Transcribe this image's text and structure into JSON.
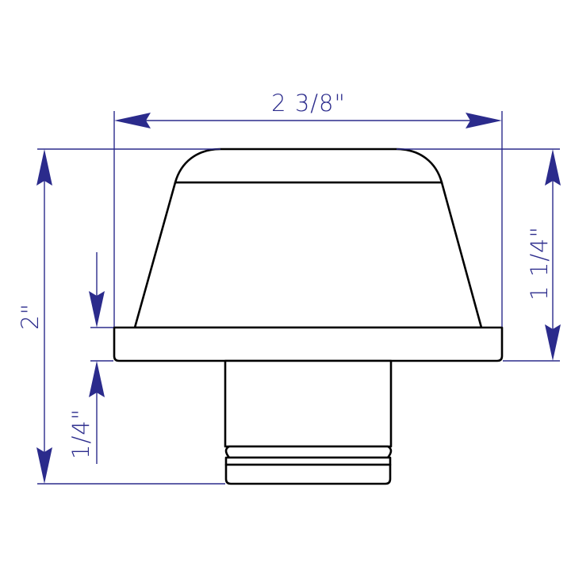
{
  "dimensions": {
    "overall_width": "2 3/8\"",
    "overall_height": "2\"",
    "cap_height": "1 1/4\"",
    "flange_thickness": "1/4\""
  },
  "colors": {
    "dimension": "#2b2b8c",
    "part": "#000000"
  }
}
